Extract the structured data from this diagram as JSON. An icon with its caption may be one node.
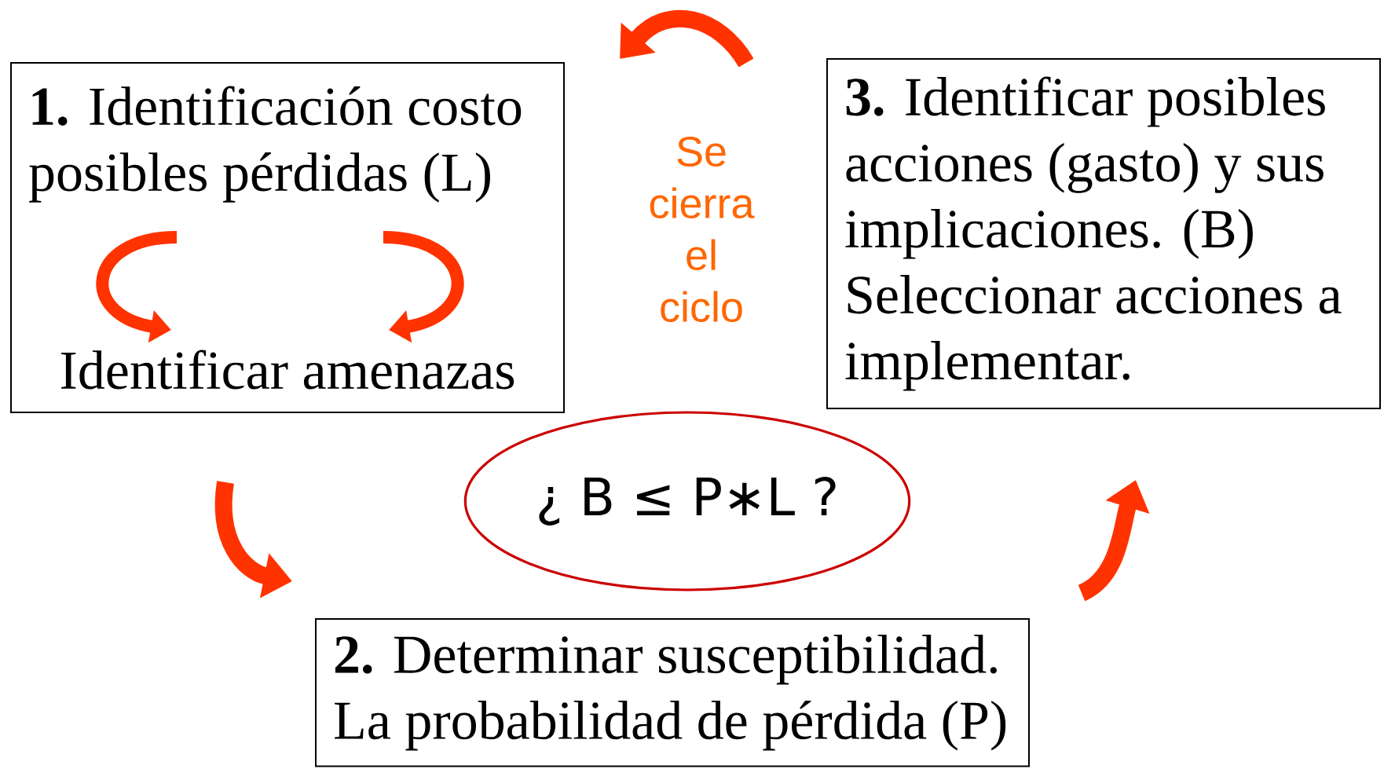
{
  "diagram": {
    "nodes": [
      {
        "text": [
          "**1.** Identificación costo posibles pérdidas (L)",
          "Identificar amenazas"
        ]
      },
      {
        "text": [
          "**3.** Identificar posibles acciones (gasto) y sus implicaciones. (B)",
          "Seleccionar acciones a implementar."
        ]
      },
      {
        "text": [
          "¿ B ≤ P∗L ?"
        ]
      },
      {
        "text": [
          "**2.** Determinar susceptibilidad.",
          "La probabilidad de pérdida (P)"
        ]
      }
    ],
    "edges": [
      {
        "from": 0,
        "to": 3,
        "arrow": "to"
      },
      {
        "from": 3,
        "to": 1,
        "arrow": "to"
      },
      {
        "from": 1,
        "to": 0,
        "arrow": "to",
        "label": "Se cierra el ciclo"
      }
    ]
  }
}
